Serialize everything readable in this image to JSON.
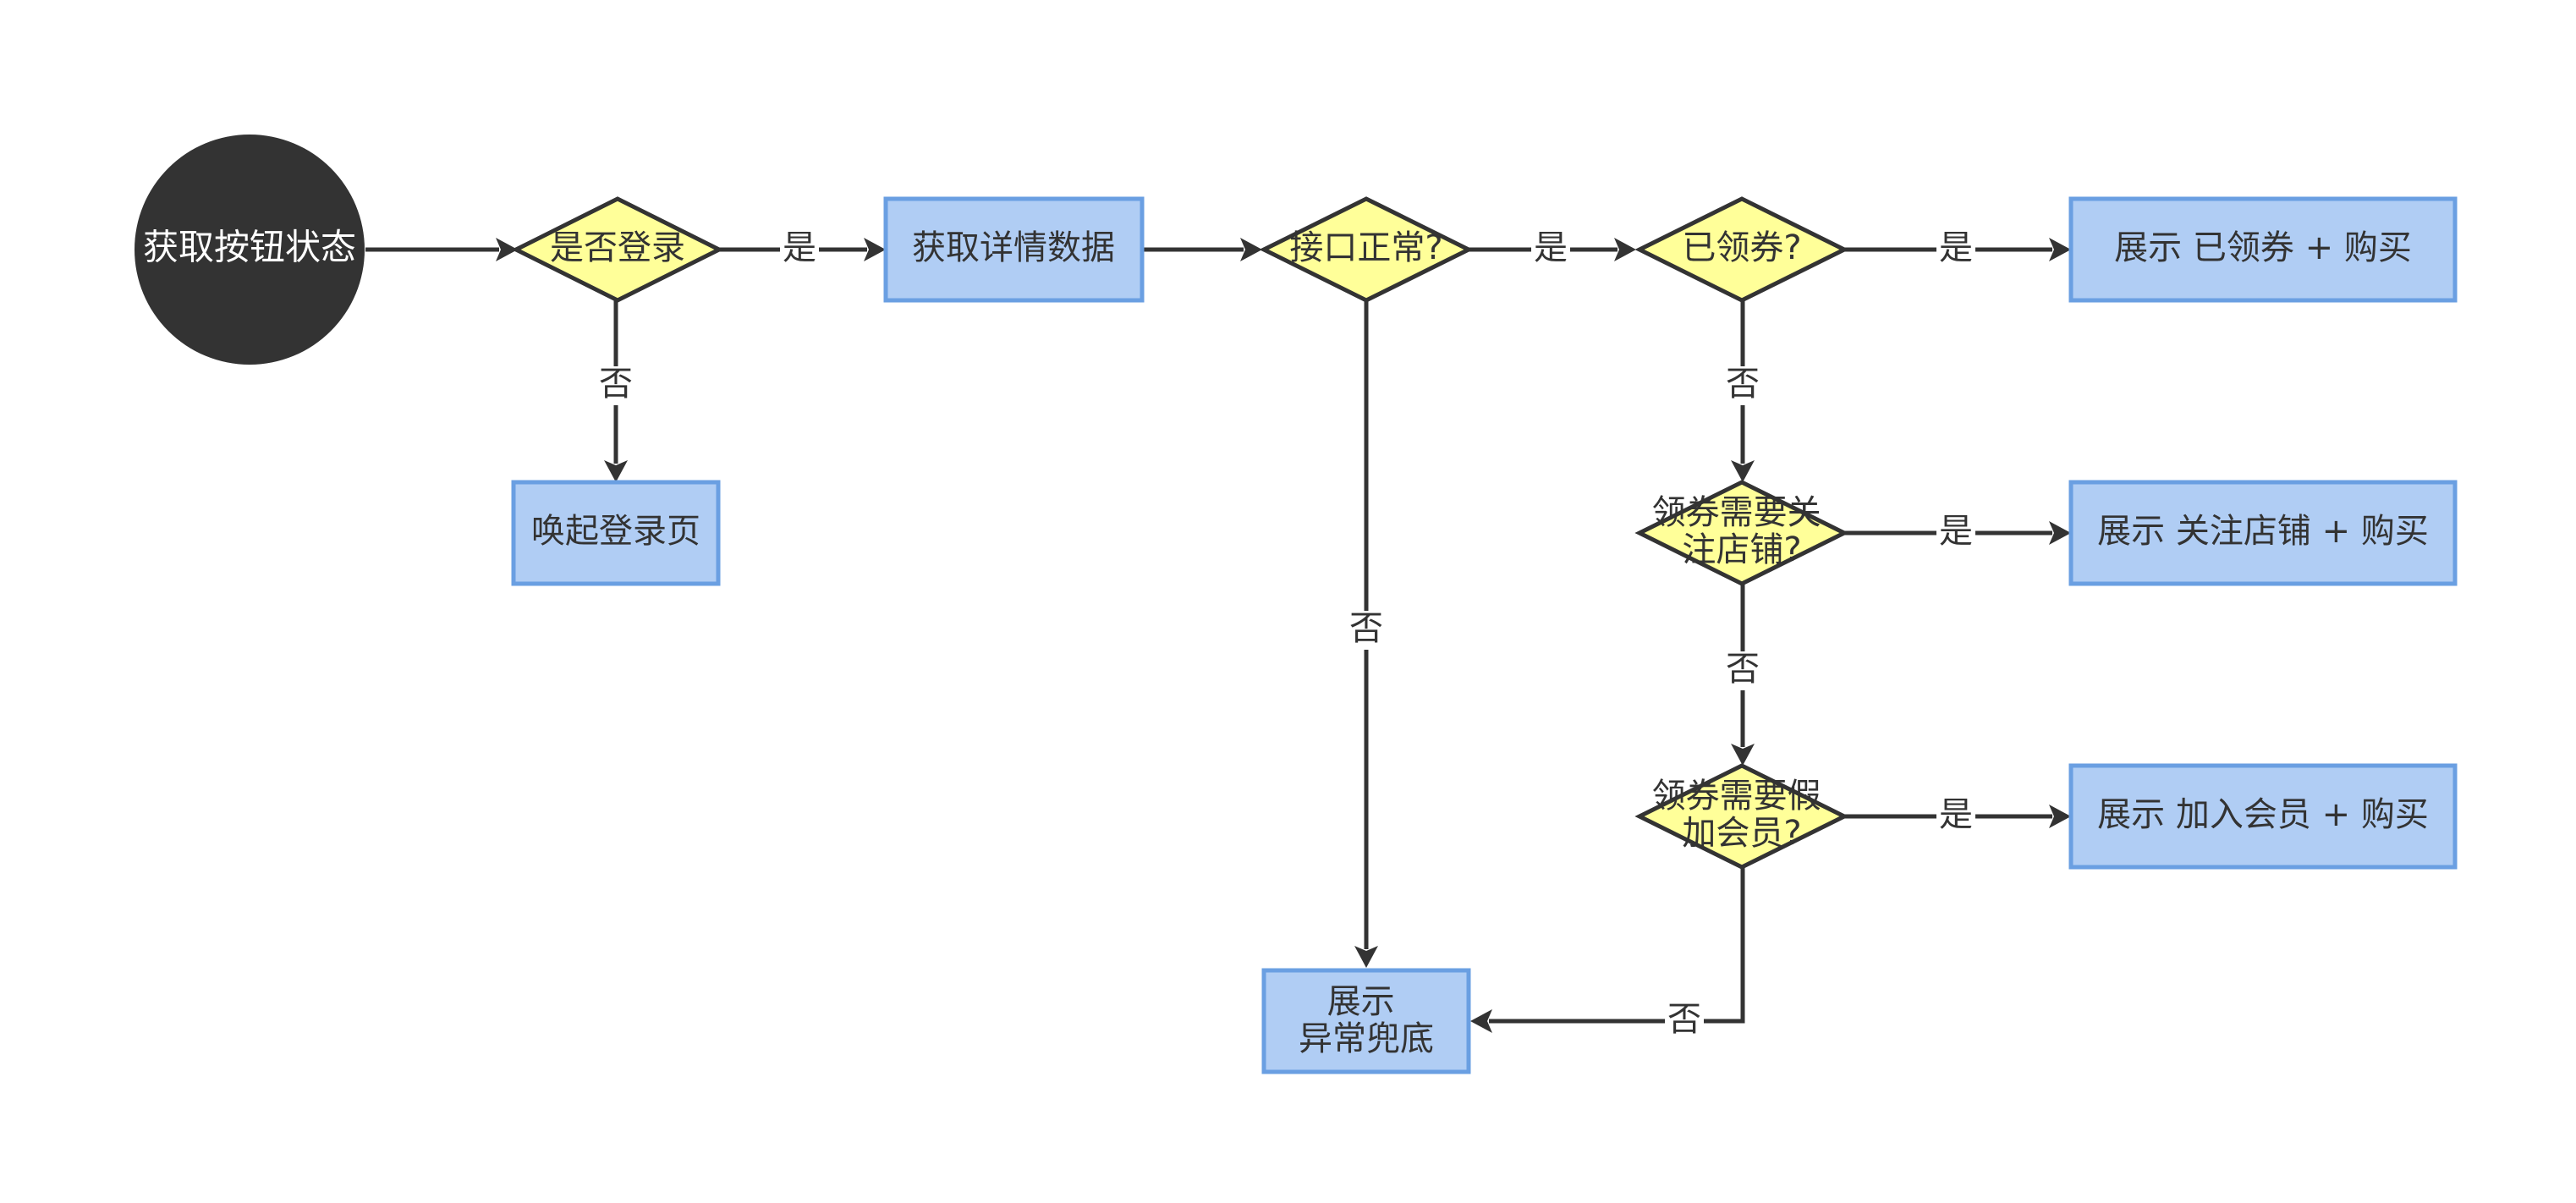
{
  "nodes": {
    "start": "获取按钮状态",
    "is_logged_in": "是否登录",
    "login_page": "唤起登录页",
    "fetch_detail": "获取详情数据",
    "api_ok": "接口正常?",
    "coupon_taken": "已领券?",
    "show_taken_buy": "展示 已领券 + 购买",
    "need_follow": [
      "领券需要关",
      "注店铺?"
    ],
    "show_follow_buy": "展示 关注店铺 + 购买",
    "need_member": [
      "领券需要假",
      "加会员?"
    ],
    "show_member_buy": "展示 加入会员 + 购买",
    "show_error": [
      "展示",
      "异常兜底"
    ]
  },
  "labels": {
    "yes": "是",
    "no": "否"
  },
  "colors": {
    "process_fill": "#b0cdf4",
    "process_stroke": "#6a9fe2",
    "decision_fill": "#ffff99",
    "start_fill": "#333333",
    "edge": "#333333"
  }
}
